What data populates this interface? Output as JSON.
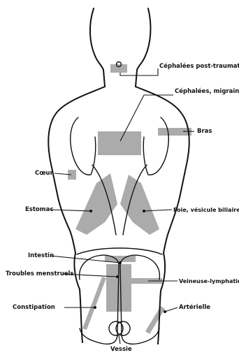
{
  "figure": {
    "labels": {
      "cephalees_post": "Céphalées post-traumatiques",
      "cephalees_migraines": "Céphalées, migraines",
      "bras": "Bras",
      "coeur": "Cœur",
      "estomac": "Estomac",
      "foie": "Foie, vésicule biliaire",
      "intestin": "Intestin",
      "troubles": "Troubles menstruels",
      "veineuse": "Veineuse-lymphatique",
      "constipation": "Constipation",
      "arterielle": "Artérielle",
      "vessie": "Vessie"
    },
    "colors": {
      "zone_fill": "#ababab",
      "outline": "#111111",
      "background": "#ffffff"
    }
  }
}
